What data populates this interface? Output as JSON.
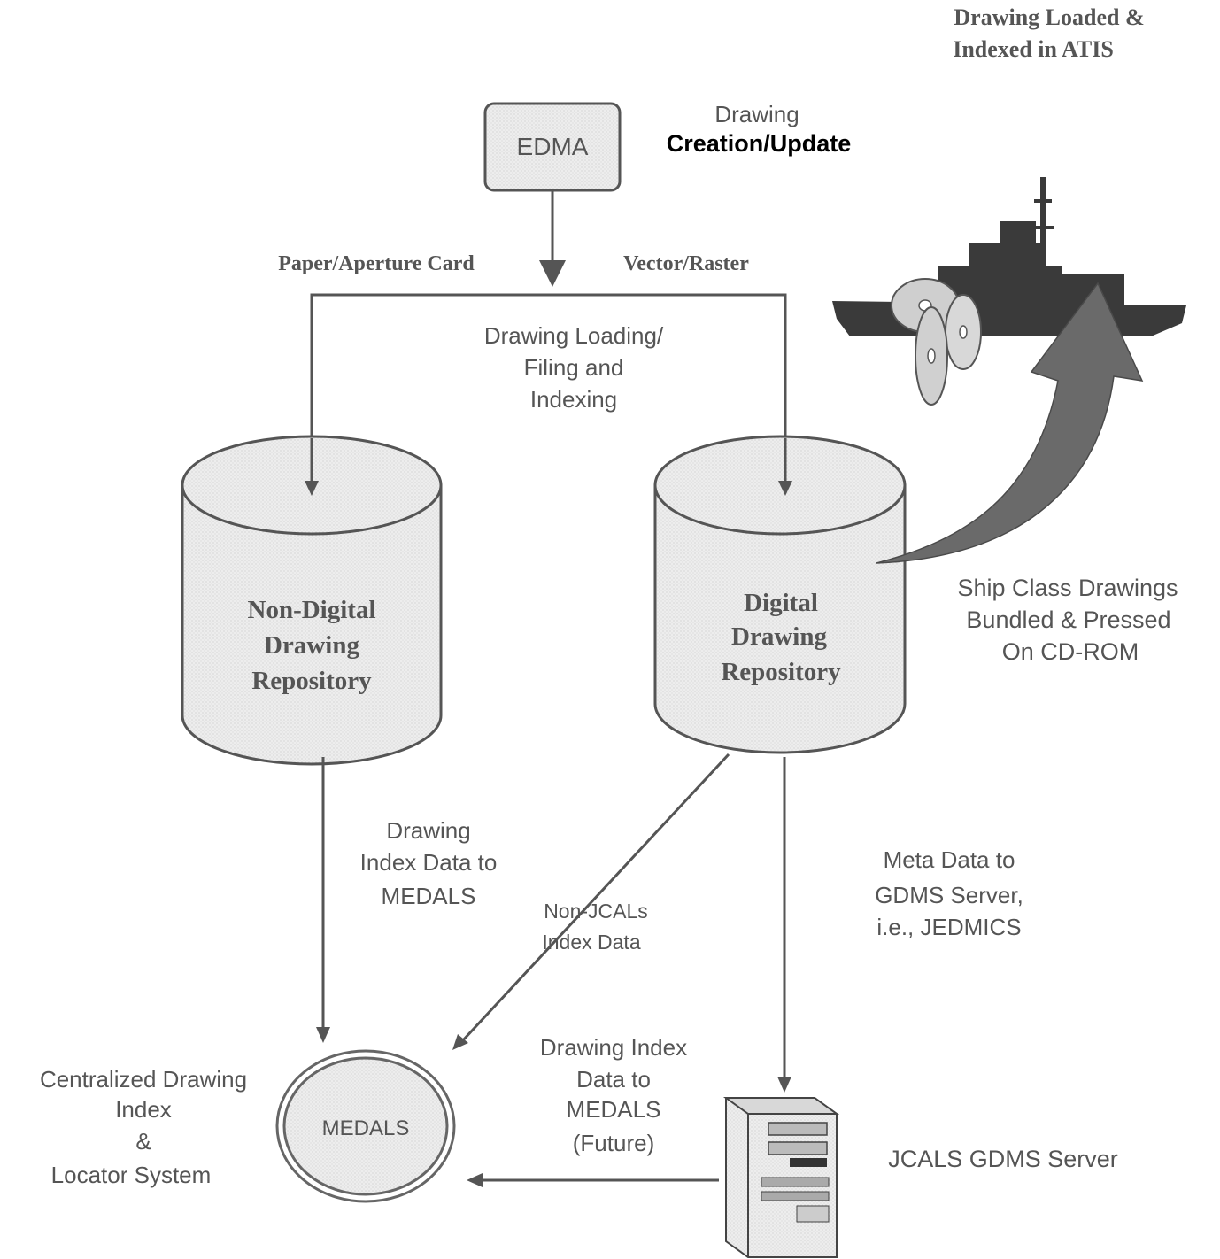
{
  "atis_label": [
    "Drawing Loaded &",
    "Indexed in ATIS"
  ],
  "edma": {
    "box_label": "EDMA",
    "caption_line1": "Drawing",
    "caption_line2": "Creation/Update"
  },
  "branch_labels": {
    "left": "Paper/Aperture  Card",
    "right": "Vector/Raster"
  },
  "loading_label": [
    "Drawing Loading/",
    "Filing and",
    "Indexing"
  ],
  "non_digital_repo": [
    "Non-Digital",
    "Drawing",
    "Repository"
  ],
  "digital_repo": [
    "Digital",
    "Drawing",
    "Repository"
  ],
  "cdrom_label": [
    "Ship Class Drawings",
    "Bundled & Pressed",
    "On CD-ROM"
  ],
  "index_to_medals": [
    "Drawing",
    "Index Data to",
    "MEDALS"
  ],
  "non_jcals": [
    "Non-JCALs",
    "Index Data"
  ],
  "meta_data": [
    "Meta Data to",
    "GDMS Server,",
    "i.e., JEDMICS"
  ],
  "future_label": [
    "Drawing Index",
    "Data to",
    "MEDALS",
    "(Future)"
  ],
  "medals": {
    "label": "MEDALS",
    "caption": [
      "Centralized Drawing",
      "Index",
      "&",
      "Locator System"
    ]
  },
  "server_label": "JCALS GDMS Server",
  "colors": {
    "line": "#555555",
    "text_gray": "#555555",
    "fill_light": "#e8e8e8",
    "ship": "#3a3a3a",
    "arrow_fill": "#6a6a6a"
  }
}
